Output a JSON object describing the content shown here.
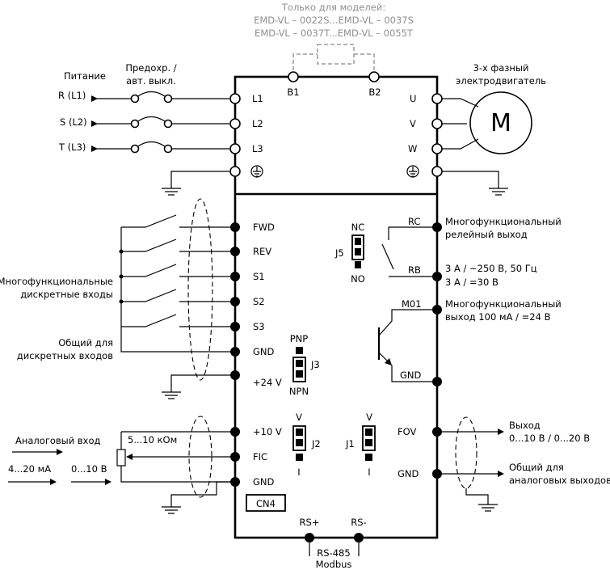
{
  "header": {
    "line1": "Только для моделей:",
    "line2": "EMD-VL – 0022S...EMD-VL – 0037S",
    "line3": "EMD-VL – 0037T...EMD-VL – 0055T"
  },
  "power": {
    "supply": "Питание",
    "fuse_line1": "Предохр. /",
    "fuse_line2": "авт. выкл.",
    "phases": [
      "R (L1)",
      "S (L2)",
      "T (L3)"
    ]
  },
  "main_terminals": {
    "l1": "L1",
    "l2": "L2",
    "l3": "L3",
    "b1": "B1",
    "b2": "B2",
    "u": "U",
    "v": "V",
    "w": "W"
  },
  "motor": {
    "label_line1": "3-х фазный",
    "label_line2": "электродвигатель",
    "symbol": "M"
  },
  "digital_inputs": {
    "terminals": [
      "FWD",
      "REV",
      "S1",
      "S2",
      "S3",
      "GND",
      "+24 V"
    ],
    "desc_line1": "Многофункциональные",
    "desc_line2": "дискретные входы",
    "common_line1": "Общий для",
    "common_line2": "дискретных входов"
  },
  "jumpers": {
    "j5": "J5",
    "nc": "NC",
    "no": "NO",
    "j3": "J3",
    "pnp": "PNP",
    "npn": "NPN",
    "j2": "J2",
    "j1": "J1",
    "v2": "V",
    "i2": "I",
    "v1": "V",
    "i1": "I"
  },
  "relay": {
    "rc": "RC",
    "rb": "RB",
    "desc_line1": "Многофункциональный",
    "desc_line2": "релейный выход",
    "rating_line1": "3 А / ~250 В, 50 Гц",
    "rating_line2": "3 А / =30 В"
  },
  "transistor": {
    "m01": "M01",
    "gnd": "GND",
    "desc_line1": "Многофункциональный",
    "desc_line2": "выход 100 мА / =24 В"
  },
  "analog_in": {
    "terminals": [
      "+10 V",
      "FIC",
      "GND"
    ],
    "label": "Аналоговый вход",
    "pot": "5...10 кОм",
    "range_current": "4...20 мА",
    "range_voltage": "0...10 В"
  },
  "analog_out": {
    "fov": "FOV",
    "gnd": "GND",
    "out_line1": "Выход",
    "out_line2": "0...10 В / 0...20 В",
    "common_line1": "Общий для",
    "common_line2": "аналоговых выходов"
  },
  "comm": {
    "cn4": "CN4",
    "rsp": "RS+",
    "rsm": "RS-",
    "proto_line1": "RS-485",
    "proto_line2": "Modbus"
  }
}
